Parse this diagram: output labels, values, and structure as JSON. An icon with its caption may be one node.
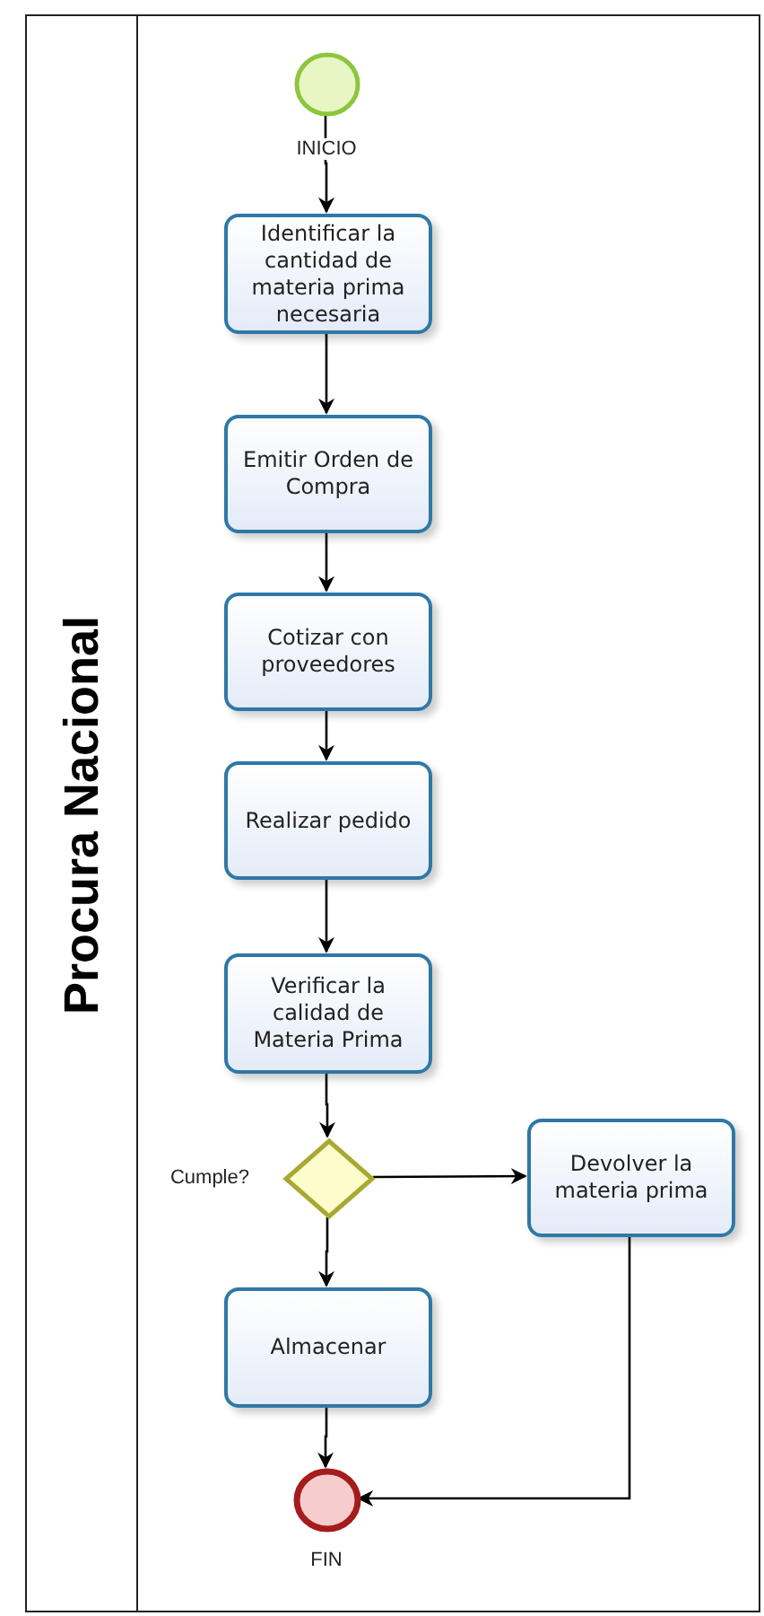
{
  "diagram": {
    "nodes": [
      {
        "text": [
          "Procura Nacional"
        ]
      },
      {
        "text": [],
        "shape": "circle",
        "beside": [
          "INICIO"
        ],
        "in": 0
      },
      {
        "text": [
          "Identificar la cantidad de materia prima necesaria"
        ],
        "in": 0
      },
      {
        "text": [
          "Emitir Orden de Compra"
        ],
        "in": 0
      },
      {
        "text": [
          "Cotizar con proveedores"
        ],
        "in": 0
      },
      {
        "text": [
          "Realizar pedido"
        ],
        "in": 0
      },
      {
        "text": [
          "Verificar la calidad de Materia Prima"
        ],
        "in": 0
      },
      {
        "text": [],
        "shape": "diamond",
        "beside": [
          "Cumple?"
        ],
        "in": 0
      },
      {
        "text": [
          "Devolver la materia prima"
        ],
        "in": 0
      },
      {
        "text": [
          "Almacenar"
        ],
        "in": 0
      },
      {
        "text": [],
        "shape": "circle",
        "beside": [
          "FIN"
        ],
        "in": 0
      }
    ],
    "edges": [
      {
        "from": 1,
        "to": 2,
        "arrow": "to"
      },
      {
        "from": 2,
        "to": 3,
        "arrow": "to"
      },
      {
        "from": 3,
        "to": 4,
        "arrow": "to"
      },
      {
        "from": 4,
        "to": 5,
        "arrow": "to"
      },
      {
        "from": 5,
        "to": 6,
        "arrow": "to"
      },
      {
        "from": 6,
        "to": 7,
        "arrow": "to"
      },
      {
        "from": 7,
        "to": 8,
        "arrow": "to"
      },
      {
        "from": 7,
        "to": 9,
        "arrow": "to"
      },
      {
        "from": 9,
        "to": 10,
        "arrow": "to"
      },
      {
        "from": 8,
        "to": 10,
        "arrow": "to"
      }
    ]
  }
}
